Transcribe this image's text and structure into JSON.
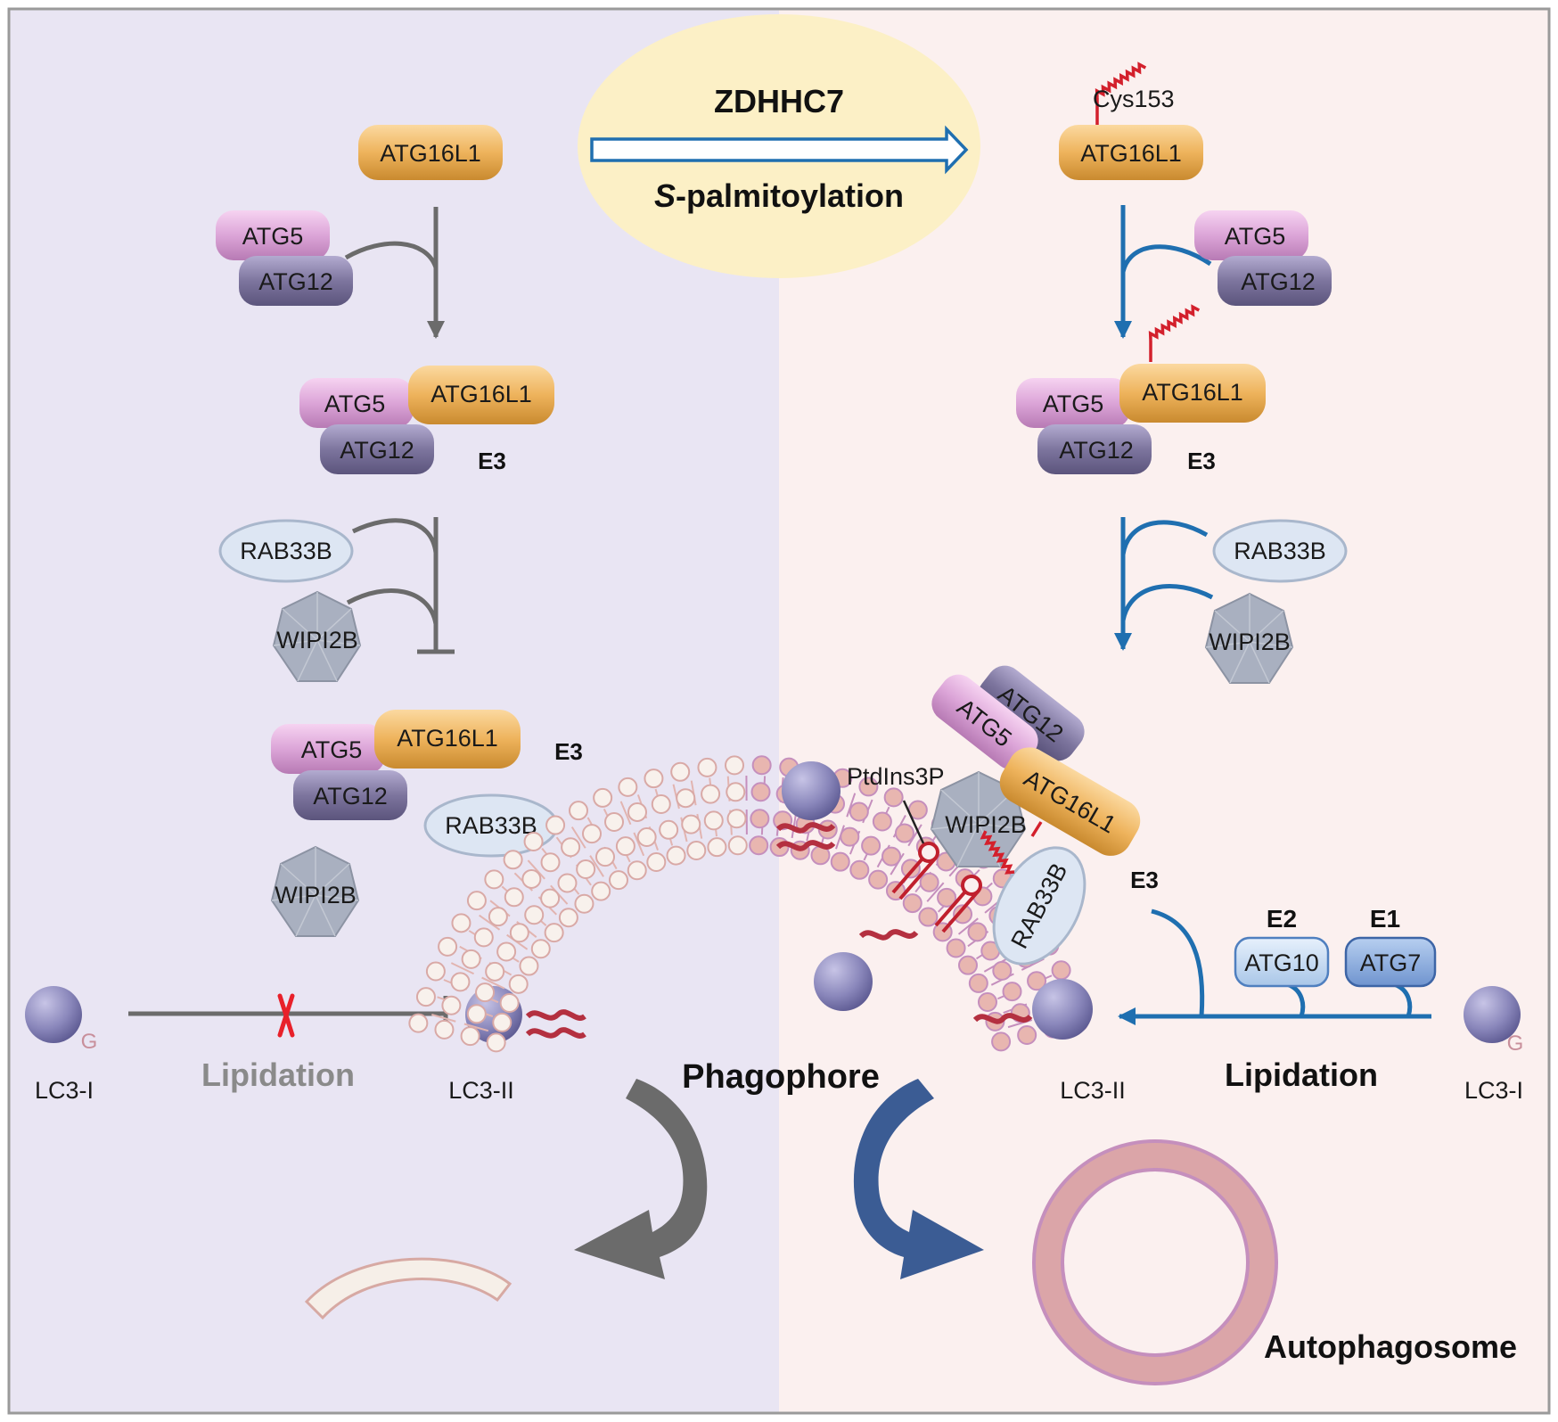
{
  "header": {
    "enzyme": "ZDHHC7",
    "modification_prefix": "S",
    "modification_suffix": "-palmitoylation"
  },
  "left_panel": {
    "atg16l1_top": "ATG16L1",
    "atg5_a": "ATG5",
    "atg12_a": "ATG12",
    "complex1": {
      "atg5": "ATG5",
      "atg16l1": "ATG16L1",
      "atg12": "ATG12",
      "e3": "E3"
    },
    "rab33b": "RAB33B",
    "wipi2b": "WIPI2B",
    "complex2": {
      "atg5": "ATG5",
      "atg16l1": "ATG16L1",
      "atg12": "ATG12",
      "e3": "E3"
    },
    "rab33b_free": "RAB33B",
    "wipi2b_free": "WIPI2B",
    "lc3_i": "LC3-I",
    "lc3_g": "G",
    "lipidation": "Lipidation",
    "lc3_ii": "LC3-II"
  },
  "center": {
    "phagophore": "Phagophore",
    "ptdins3p": "PtdIns3P"
  },
  "right_panel": {
    "cys153": "Cys153",
    "atg16l1_top": "ATG16L1",
    "atg5_a": "ATG5",
    "atg12_a": "ATG12",
    "complex1": {
      "atg5": "ATG5",
      "atg16l1": "ATG16L1",
      "atg12": "ATG12",
      "e3": "E3"
    },
    "rab33b": "RAB33B",
    "wipi2b": "WIPI2B",
    "bound": {
      "atg12": "ATG12",
      "atg5": "ATG5",
      "atg16l1": "ATG16L1",
      "wipi2b": "WIPI2B",
      "rab33b": "RAB33B",
      "e3": "E3"
    },
    "e2": "E2",
    "atg10": "ATG10",
    "e1": "E1",
    "atg7": "ATG7",
    "lc3_ii": "LC3-II",
    "lipidation": "Lipidation",
    "lc3_i": "LC3-I",
    "lc3_g": "G",
    "autophagosome": "Autophagosome"
  },
  "colors": {
    "left_bg": "#e9e5f3",
    "right_bg": "#fbf0ef",
    "atg16l1": "#eeb35c",
    "atg5": "#dca5d8",
    "atg12": "#7d759e",
    "rab33b": "#dde6f3",
    "wipi2b": "#a9b0c0",
    "lc3": "#8a87bb",
    "blue_arrow": "#1f6fb0",
    "gray_arrow": "#6b6b6b",
    "palmitoyl": "#d3202c"
  }
}
